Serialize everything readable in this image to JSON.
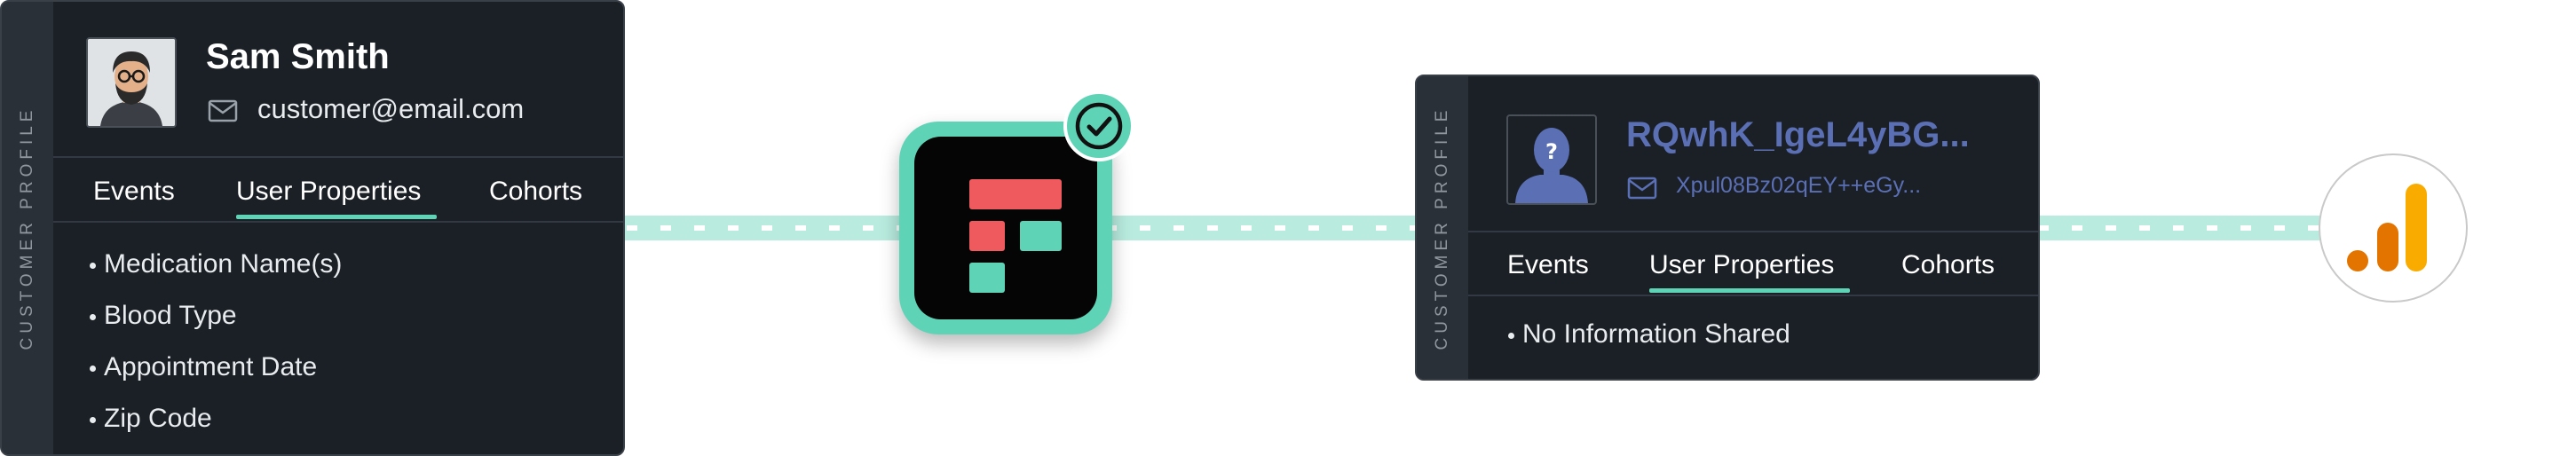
{
  "left_card": {
    "side_label": "CUSTOMER PROFILE",
    "name": "Sam Smith",
    "email": "customer@email.com",
    "tabs": [
      {
        "label": "Events",
        "active": false
      },
      {
        "label": "User Properties",
        "active": true
      },
      {
        "label": "Cohorts",
        "active": false
      }
    ],
    "properties": [
      "Medication Name(s)",
      "Blood Type",
      "Appointment Date",
      "Zip Code"
    ]
  },
  "right_card": {
    "side_label": "CUSTOMER PROFILE",
    "name": "RQwhK_IgeL4yBG...",
    "email": "Xpul08Bz02qEY++eGy...",
    "tabs": [
      {
        "label": "Events",
        "active": false
      },
      {
        "label": "User Properties",
        "active": true
      },
      {
        "label": "Cohorts",
        "active": false
      }
    ],
    "properties": [
      "No Information Shared"
    ]
  },
  "colors": {
    "accent": "#5fd3b6",
    "flow_line": "#b9ecdf",
    "card_bg": "#1b2027",
    "logo_red": "#ef5a5f",
    "logo_teal": "#5fd3b6",
    "anon_name": "#5b6fb5",
    "analytics_dark": "#e37400",
    "analytics_light": "#f9ab00"
  },
  "icons": [
    "user-avatar-icon",
    "mail-icon",
    "anonymous-avatar-icon",
    "check-badge-icon",
    "segment-logo-icon",
    "analytics-bar-icon",
    "arrow-icon"
  ]
}
